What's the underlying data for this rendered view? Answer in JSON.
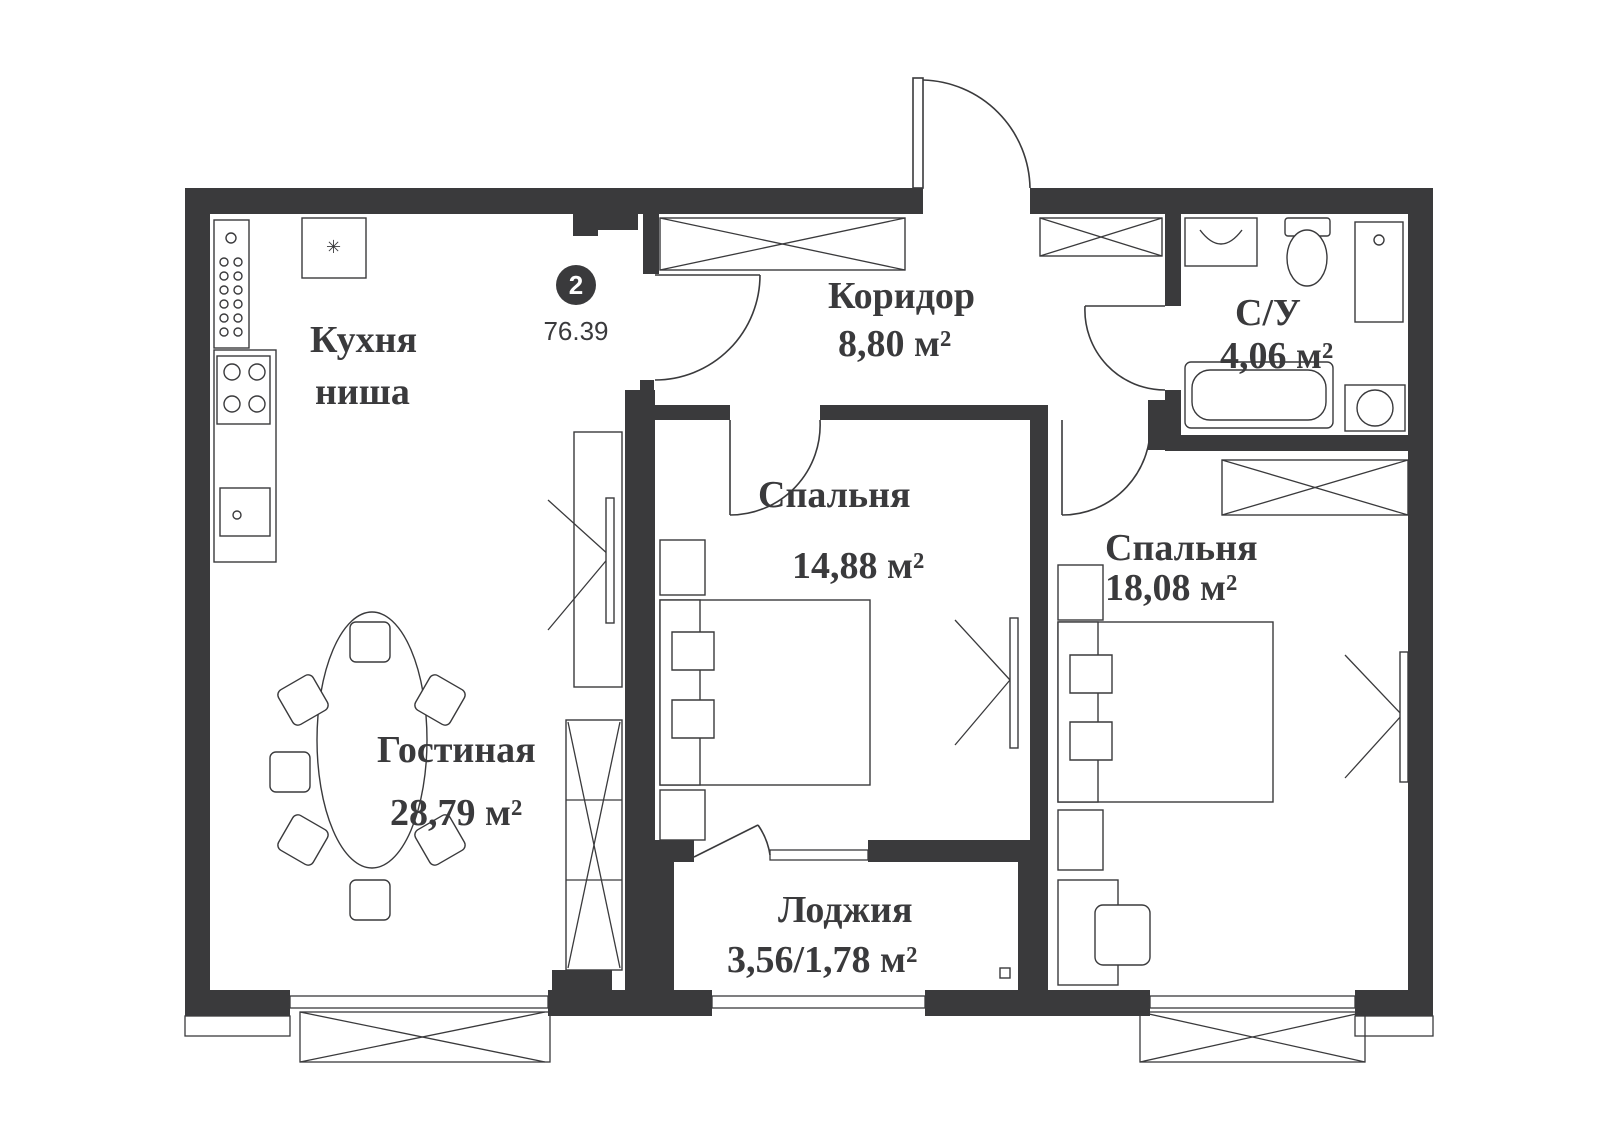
{
  "plan": {
    "apartment": {
      "number": "2",
      "total_area": "76.39"
    },
    "rooms": [
      {
        "id": "kitchen",
        "name_line1": "Кухня",
        "name_line2": "ниша"
      },
      {
        "id": "corridor",
        "name": "Коридор",
        "area": "8,80 м²"
      },
      {
        "id": "bathroom",
        "name": "С/У",
        "area": "4,06 м²"
      },
      {
        "id": "bedroom-1",
        "name": "Спальня",
        "area": "14,88 м²"
      },
      {
        "id": "bedroom-2",
        "name": "Спальня",
        "area": "18,08 м²"
      },
      {
        "id": "living-room",
        "name": "Гостиная",
        "area": "28,79 м²"
      },
      {
        "id": "loggia",
        "name": "Лоджия",
        "area": "3,56/1,78 м²"
      }
    ],
    "colors": {
      "wall": "#3a3a3c",
      "background": "#ffffff",
      "line": "#3a3a3c"
    }
  }
}
